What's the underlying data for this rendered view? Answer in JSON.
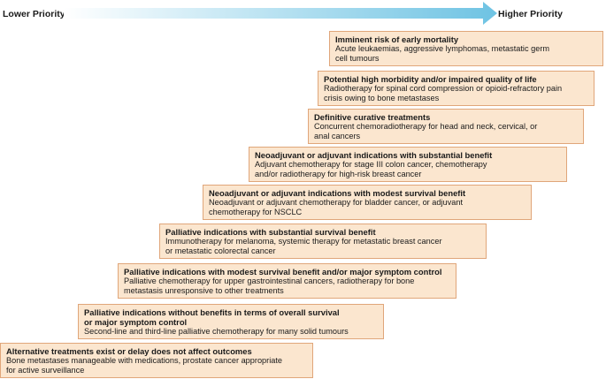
{
  "header": {
    "lower_priority": "Lower Priority",
    "higher_priority": "Higher Priority"
  },
  "colors": {
    "arrow_start": "#ffffff",
    "arrow_end": "#6ec3e3",
    "box_fill": "#fbe6cf",
    "box_border": "#e0a67a"
  },
  "tiers": [
    {
      "title": "Imminent risk of early mortality",
      "description": "Acute leukaemias, aggressive lymphomas, metastatic germ\ncell tumours"
    },
    {
      "title": "Potential high morbidity and/or impaired quality of life",
      "description": "Radiotherapy for spinal cord compression or opioid-refractory pain\ncrisis owing to bone metastases"
    },
    {
      "title": "Definitive curative treatments",
      "description": "Concurrent chemoradiotherapy for head and neck, cervical, or\nanal cancers"
    },
    {
      "title": "Neoadjuvant or adjuvant indications with substantial benefit",
      "description": "Adjuvant chemotherapy for stage III colon cancer, chemotherapy\nand/or radiotherapy for high-risk breast cancer"
    },
    {
      "title": "Neoadjuvant or adjuvant indications with modest survival benefit",
      "description": "Neoadjuvant or adjuvant chemotherapy for bladder cancer, or adjuvant\nchemotherapy for NSCLC"
    },
    {
      "title": "Palliative indications with substantial survival benefit",
      "description": "Immunotherapy for melanoma, systemic therapy for metastatic breast cancer\nor metastatic colorectal cancer"
    },
    {
      "title": "Palliative indications with modest survival benefit and/or major symptom control",
      "description": "Palliative chemotherapy for upper gastrointestinal cancers, radiotherapy for bone\nmetastasis unresponsive to other treatments"
    },
    {
      "title": "Palliative indications without benefits in terms of overall survival\nor major symptom control",
      "description": "Second-line and third-line palliative chemotherapy for many solid tumours"
    },
    {
      "title": "Alternative treatments exist or delay does not affect outcomes",
      "description": "Bone metastases manageable with medications, prostate cancer appropriate\nfor active surveillance"
    }
  ]
}
